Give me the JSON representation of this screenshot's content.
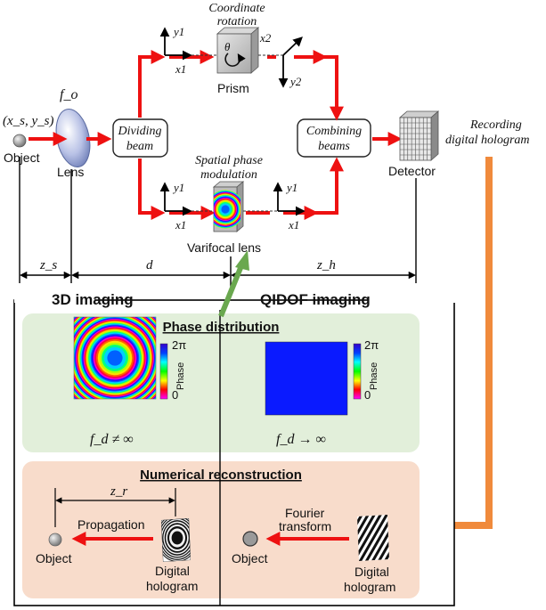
{
  "top_row": {
    "source_coords": "(x_s, y_s)",
    "object_label": "Object",
    "lens_focal": "f_o",
    "lens_label": "Lens",
    "dividing_beam": [
      "Dividing",
      "beam"
    ],
    "combining_beams": [
      "Combining",
      "beams"
    ],
    "detector_label": "Detector",
    "recording": [
      "Recording",
      "digital hologram"
    ],
    "coordinate_rotation": [
      "Coordinate",
      "rotation"
    ],
    "prism_label": "Prism",
    "prism_theta": "θ",
    "spatial_phase_modulation": [
      "Spatial phase",
      "modulation"
    ],
    "varifocal_label": "Varifocal lens",
    "axis_y1": "y1",
    "axis_x1": "x1",
    "axis_x2": "x2",
    "axis_y2": "y2"
  },
  "distances": {
    "zs": "z_s",
    "d": "d",
    "zh": "z_h"
  },
  "panel": {
    "left_header": "3D imaging",
    "right_header": "QIDOF imaging",
    "phase_title": "Phase distribution",
    "colorbar_top": "2π",
    "colorbar_bottom": "0",
    "colorbar_label": "Phase",
    "fd_left": "f_d ≠ ∞",
    "fd_right": "f_d → ∞",
    "recon_title": "Numerical reconstruction",
    "zr": "z_r",
    "propagation": "Propagation",
    "object_left": "Object",
    "digital_hologram_left": [
      "Digital",
      "hologram"
    ],
    "fourier": [
      "Fourier",
      "transform"
    ],
    "object_right": "Object",
    "digital_hologram_right": [
      "Digital",
      "hologram"
    ]
  },
  "colors": {
    "red_arrow": "#ee1111",
    "orange_arrow": "#f08a3c",
    "green_arrow": "#6aa84f",
    "green_panel": "#e2efda",
    "peach_panel": "#f8dccb",
    "blue_phase": "#0a1aff"
  }
}
